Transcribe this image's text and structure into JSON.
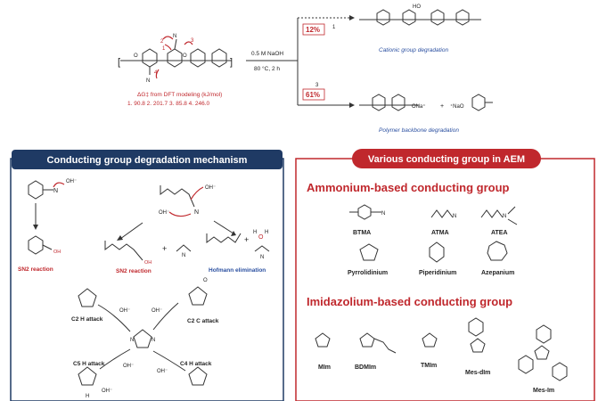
{
  "header": {
    "reagent_top": "0.5 M NaOH",
    "reagent_bottom": "80 °C, 2 h",
    "dft_label": "ΔG‡ from DFT modeling (kJ/mol)",
    "dft_values": "1. 90.8    2. 201.7    3. 85.8    4. 246.0",
    "path1_number": "1",
    "path3_number": "3",
    "path1_percent": "12%",
    "path3_percent": "61%",
    "path1_result": "Cationic group degradation",
    "path3_result": "Polymer backbone degradation",
    "ho_label": "HO",
    "ona_label": "ONa⁺",
    "na_o_label": "⁺NaO",
    "plus": "+",
    "site_labels": [
      "1",
      "2",
      "3",
      "4"
    ]
  },
  "left_panel": {
    "title": "Conducting group degradation mechanism",
    "oh_labels": [
      "OH⁻",
      "OH⁻",
      "OH⁻",
      "OH⁻",
      "OH⁻",
      "OH⁻",
      "OH⁻",
      "OH⁻"
    ],
    "sn2_reaction_a": "SN2 reaction",
    "sn2_reaction_b": "SN2 reaction",
    "hofmann": "Hofmann elimination",
    "plus_signs": [
      "+",
      "+",
      "+"
    ],
    "h2o_h1": "H",
    "h2o_o": "O",
    "h2o_h2": "H",
    "c2h_attack": "C2 H attack",
    "c2c_attack": "C2 C attack",
    "c5h_attack": "C5 H attack",
    "c4h_attack": "C4 H attack",
    "ring_n": "N",
    "ring_h": "H",
    "ring_o": "O"
  },
  "right_panel": {
    "title": "Various conducting group in AEM",
    "ammonium_heading": "Ammonium-based conducting group",
    "imidazolium_heading": "Imidazolium-based conducting group",
    "ammonium_groups": [
      "BTMA",
      "ATMA",
      "ATEA",
      "Pyrrolidinium",
      "Piperidinium",
      "Azepanium"
    ],
    "imidazolium_groups": [
      "MIm",
      "BDMIm",
      "TMIm",
      "Mes-dIm",
      "Mes-Im"
    ]
  },
  "colors": {
    "navy": "#1f3a64",
    "red": "#c0282d",
    "blue": "#2a4fa0",
    "panel_border_left": "#1f3a64",
    "panel_border_right": "#c0282d"
  }
}
